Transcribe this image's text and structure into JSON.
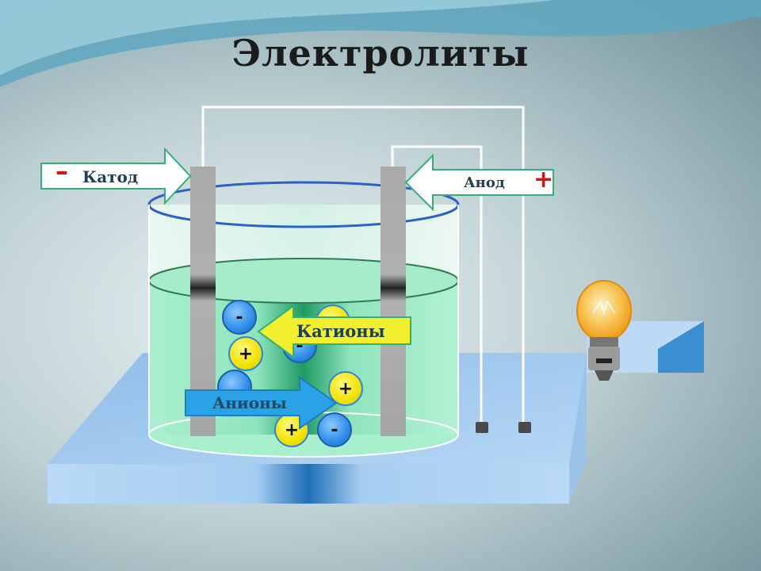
{
  "title": "Электролиты",
  "cathode": {
    "label": "Катод",
    "sign": "–"
  },
  "anode": {
    "label": "Анод",
    "sign": "+"
  },
  "cations_label": "Катионы",
  "anions_label": "Анионы",
  "ions": [
    {
      "kind": "anion",
      "sign": "-"
    },
    {
      "kind": "cation",
      "sign": ""
    },
    {
      "kind": "cation",
      "sign": "+"
    },
    {
      "kind": "anion",
      "sign": "-"
    },
    {
      "kind": "anion",
      "sign": ""
    },
    {
      "kind": "cation",
      "sign": "+"
    },
    {
      "kind": "cation",
      "sign": "+"
    },
    {
      "kind": "anion",
      "sign": "-"
    }
  ],
  "colors": {
    "liquid": "#9fe6c4",
    "platform": "#a9cdf1",
    "electrode": "#a8a8a8",
    "arrow_green_fill": "#ffffff",
    "arrow_green_stroke": "#33b07a",
    "arrow_yellow": "#f1ef2e",
    "arrow_blue": "#2aa2e6",
    "bulb": "#f5a623"
  }
}
